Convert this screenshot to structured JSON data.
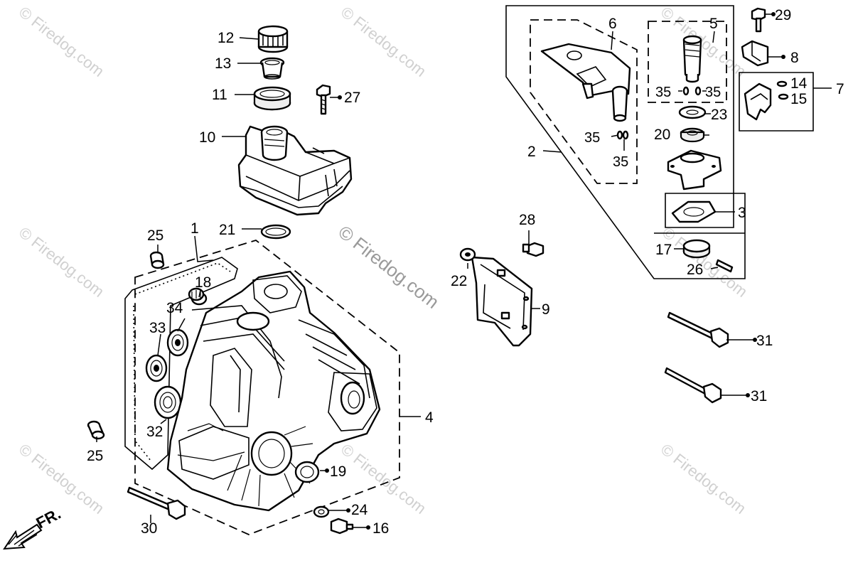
{
  "watermark": "© Firedog.com",
  "front_indicator": "FR.",
  "callouts": {
    "c1": "1",
    "c2": "2",
    "c3": "3",
    "c4": "4",
    "c5": "5",
    "c6": "6",
    "c7": "7",
    "c8": "8",
    "c9": "9",
    "c10": "10",
    "c11": "11",
    "c12": "12",
    "c13": "13",
    "c14": "14",
    "c15": "15",
    "c16": "16",
    "c17": "17",
    "c18": "18",
    "c19": "19",
    "c20": "20",
    "c21": "21",
    "c22": "22",
    "c23": "23",
    "c24": "24",
    "c25a": "25",
    "c25b": "25",
    "c26": "26",
    "c27": "27",
    "c28": "28",
    "c29": "29",
    "c30": "30",
    "c31a": "31",
    "c31b": "31",
    "c32": "32",
    "c33": "33",
    "c34": "34",
    "c35a": "35",
    "c35b": "35",
    "c35c": "35",
    "c35d": "35"
  }
}
